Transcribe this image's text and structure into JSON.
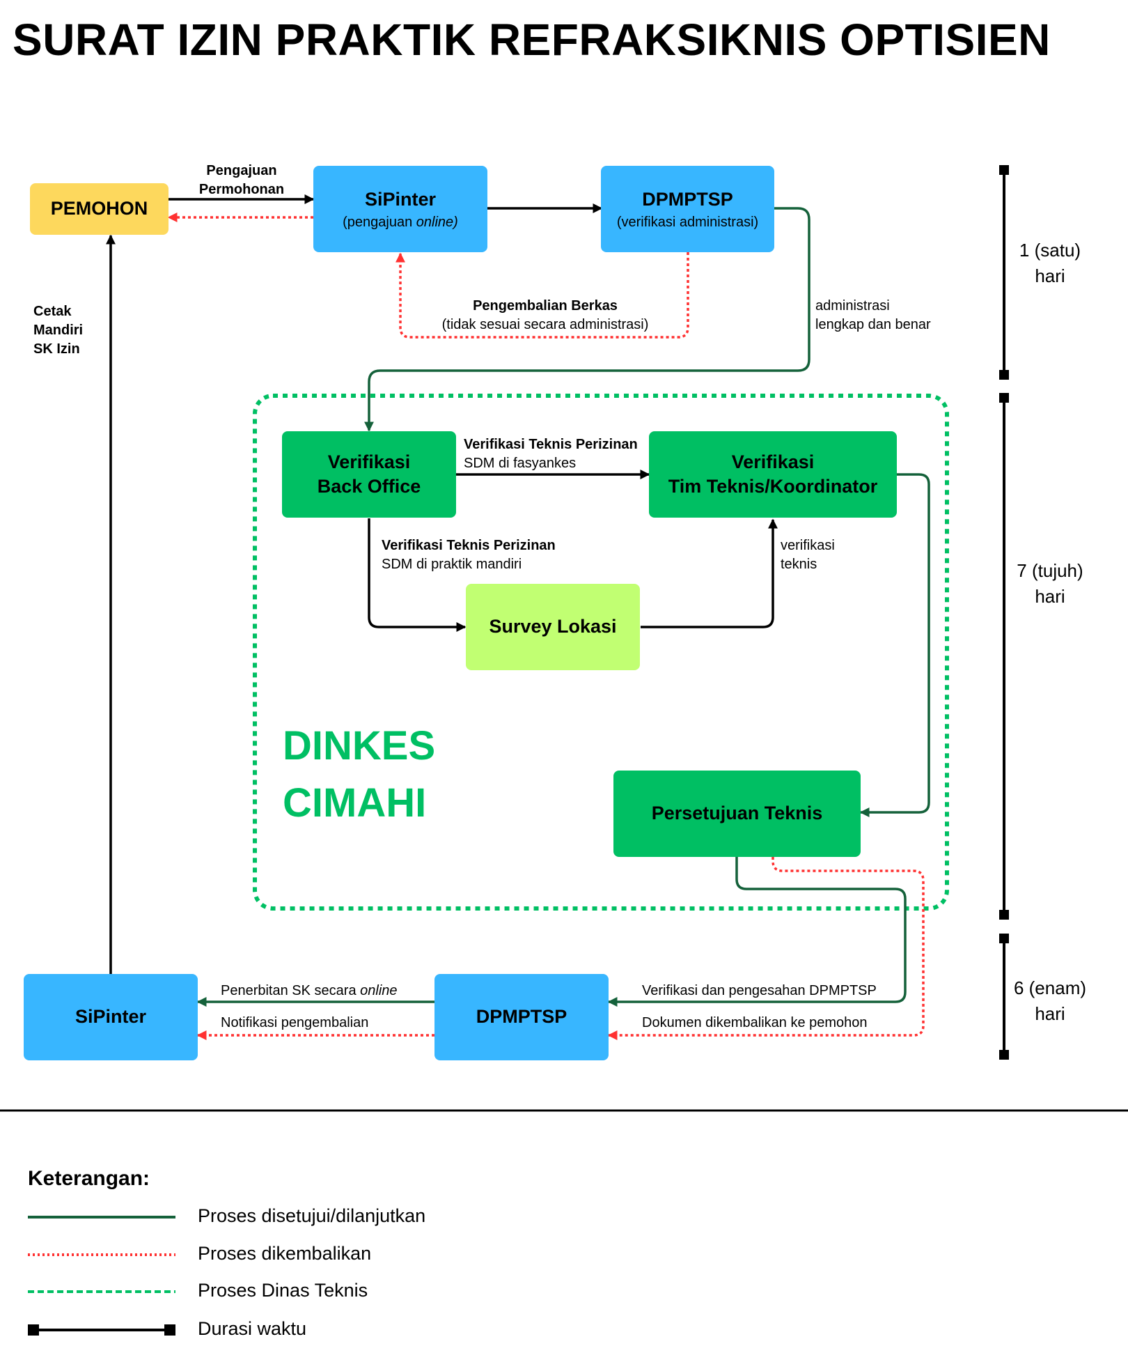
{
  "title": "SURAT IZIN PRAKTIK REFRAKSIKNIS OPTISIEN",
  "nodes": {
    "pemohon": {
      "label": "PEMOHON"
    },
    "sipinter_top": {
      "label": "SiPinter",
      "sub_prefix": "(pengajuan ",
      "sub_italic": "online)"
    },
    "dpmptsp_top": {
      "label": "DPMPTSP",
      "sub": "(verifikasi administrasi)"
    },
    "back_office": {
      "line1": "Verifikasi",
      "line2": "Back Office"
    },
    "tim_teknis": {
      "line1": "Verifikasi",
      "line2": "Tim Teknis/Koordinator"
    },
    "survey": {
      "label": "Survey Lokasi"
    },
    "persetujuan": {
      "label": "Persetujuan Teknis"
    },
    "sipinter_bottom": {
      "label": "SiPinter"
    },
    "dpmptsp_bottom": {
      "label": "DPMPTSP"
    }
  },
  "edges": {
    "pengajuan": {
      "line1": "Pengajuan",
      "line2": "Permohonan"
    },
    "cetak": {
      "line1": "Cetak",
      "line2": "Mandiri",
      "line3": "SK Izin"
    },
    "pengembalian_berkas": {
      "title": "Pengembalian Berkas",
      "sub": "(tidak sesuai secara administrasi)"
    },
    "administrasi": {
      "line1": "administrasi",
      "line2": "lengkap dan benar"
    },
    "vt_fasyankes": {
      "title": "Verifikasi Teknis Perizinan",
      "sub": "SDM di fasyankes"
    },
    "vt_mandiri": {
      "title": "Verifikasi Teknis Perizinan",
      "sub": "SDM di praktik mandiri"
    },
    "verifikasi_teknis": {
      "line1": "verifikasi",
      "line2": "teknis"
    },
    "penerbitan": {
      "prefix": "Penerbitan SK secara ",
      "italic": "online"
    },
    "notifikasi": {
      "label": "Notifikasi pengembalian"
    },
    "verifikasi_pengesahan": {
      "label": "Verifikasi dan pengesahan DPMPTSP"
    },
    "dokumen_dikembalikan": {
      "label": "Dokumen dikembalikan ke pemohon"
    }
  },
  "group": {
    "line1": "DINKES",
    "line2": "CIMAHI"
  },
  "durations": [
    {
      "line1": "1 (satu)",
      "line2": "hari"
    },
    {
      "line1": "7 (tujuh)",
      "line2": "hari"
    },
    {
      "line1": "6 (enam)",
      "line2": "hari"
    }
  ],
  "legend": {
    "title": "Keterangan:",
    "items": [
      {
        "label": "Proses disetujui/dilanjutkan",
        "style": "solid",
        "color": "#14613a"
      },
      {
        "label": "Proses dikembalikan",
        "style": "dotted",
        "color": "#ff3131"
      },
      {
        "label": "Proses Dinas Teknis",
        "style": "dashed",
        "color": "#00bf63"
      },
      {
        "label": "Durasi waktu",
        "style": "endpoints",
        "color": "#000000"
      }
    ]
  },
  "colors": {
    "pemohon": "#fdd85d",
    "sipinter": "#38b6ff",
    "dinkes_box": "#00bf63",
    "survey": "#c1ff72",
    "approved_line": "#14613a",
    "returned_line": "#ff3131",
    "black_line": "#000000"
  }
}
